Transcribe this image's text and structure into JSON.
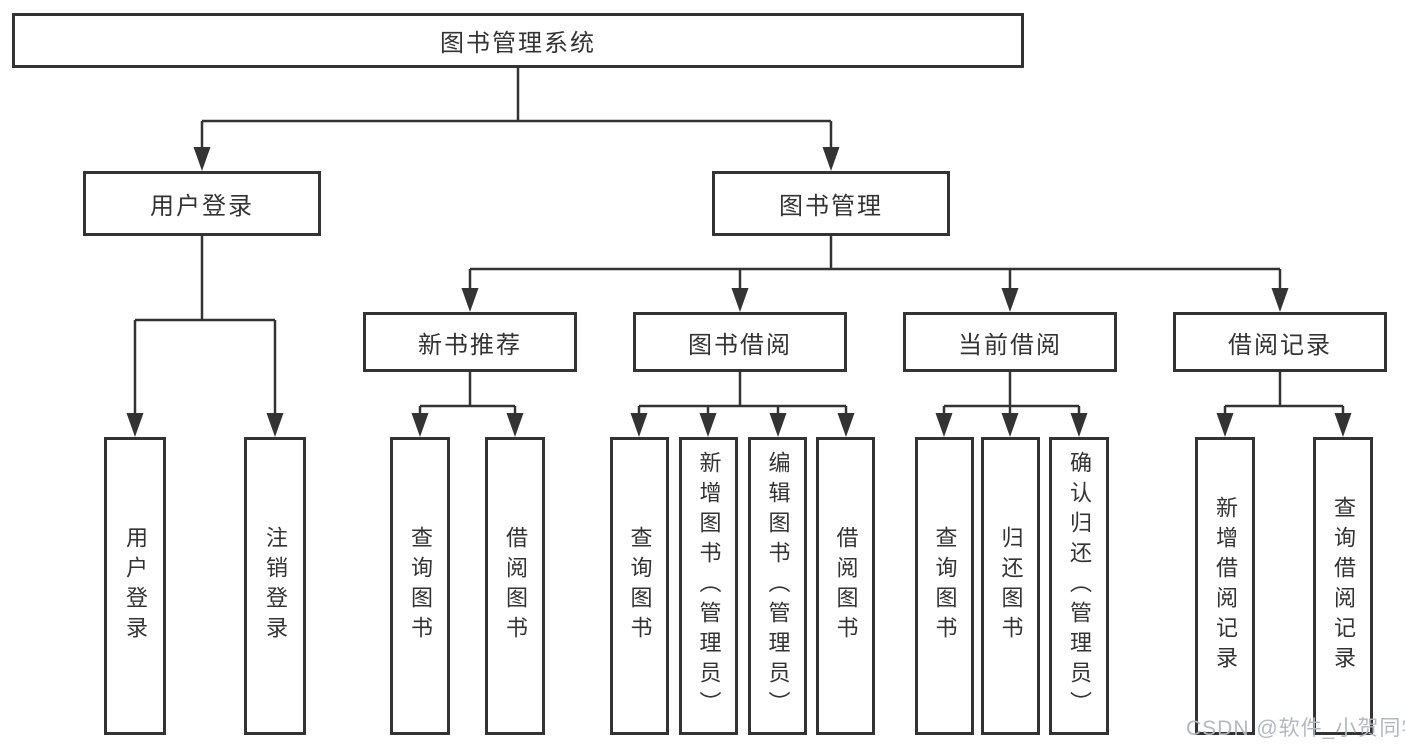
{
  "diagram": {
    "root": {
      "label": "图书管理系统"
    },
    "level2": [
      {
        "label": "用户登录"
      },
      {
        "label": "图书管理"
      }
    ],
    "level3": [
      {
        "label": "新书推荐"
      },
      {
        "label": "图书借阅"
      },
      {
        "label": "当前借阅"
      },
      {
        "label": "借阅记录"
      }
    ],
    "leaves": [
      {
        "label": "用户登录"
      },
      {
        "label": "注销登录"
      },
      {
        "label": "查询图书"
      },
      {
        "label": "借阅图书"
      },
      {
        "label": "查询图书"
      },
      {
        "label": "新增图书（管理员）"
      },
      {
        "label": "编辑图书（管理员）"
      },
      {
        "label": "借阅图书"
      },
      {
        "label": "查询图书"
      },
      {
        "label": "归还图书"
      },
      {
        "label": "确认归还（管理员）"
      },
      {
        "label": "新增借阅记录"
      },
      {
        "label": "查询借阅记录"
      }
    ]
  },
  "watermark": "CSDN @软件_小贺同学",
  "colors": {
    "line": "#333333",
    "box_border": "#333333",
    "text": "#333333",
    "watermark": "#b3b8c0",
    "background": "#ffffff"
  }
}
